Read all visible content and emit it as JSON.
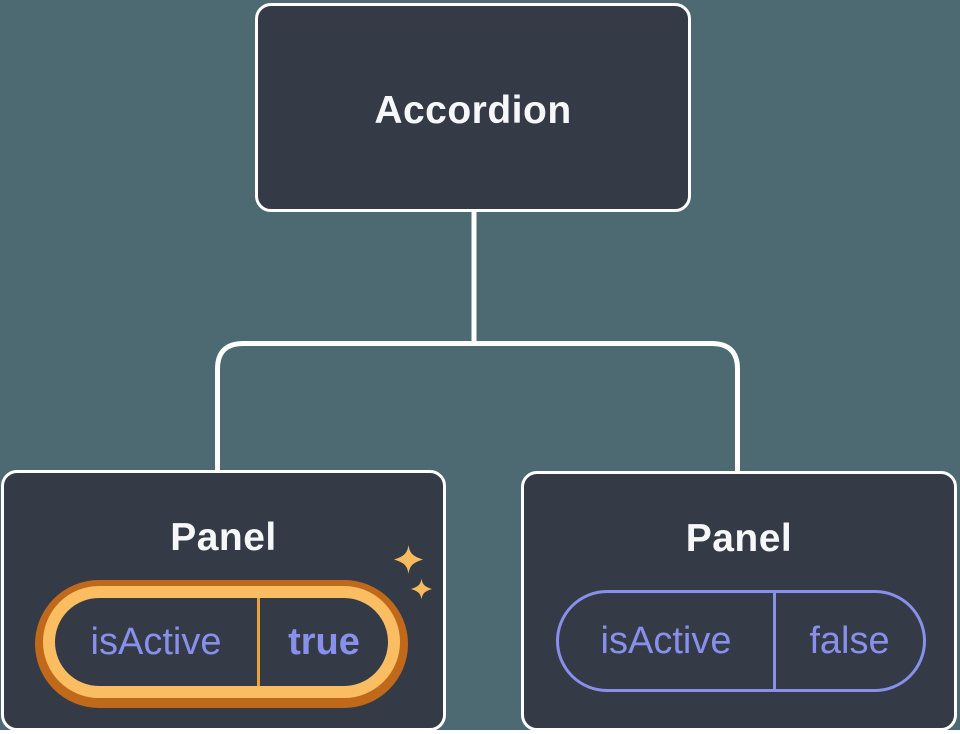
{
  "diagram": {
    "root": {
      "label": "Accordion"
    },
    "children": [
      {
        "label": "Panel",
        "highlighted": true,
        "prop": {
          "name": "isActive",
          "value": "true"
        }
      },
      {
        "label": "Panel",
        "highlighted": false,
        "prop": {
          "name": "isActive",
          "value": "false"
        }
      }
    ]
  },
  "icons": {
    "sparkle_large": "four-point-star",
    "sparkle_small": "four-point-star"
  },
  "palette": {
    "bg": "#4D6A72",
    "box": "#343B47",
    "line": "#FFFFFF",
    "text": "#F6F7F9",
    "purple": "#8890EC",
    "gold-light": "#FABD62",
    "gold-dark": "#C0691A",
    "divider-active": "#E9A23F",
    "sparkle": "#F8BB5D"
  }
}
